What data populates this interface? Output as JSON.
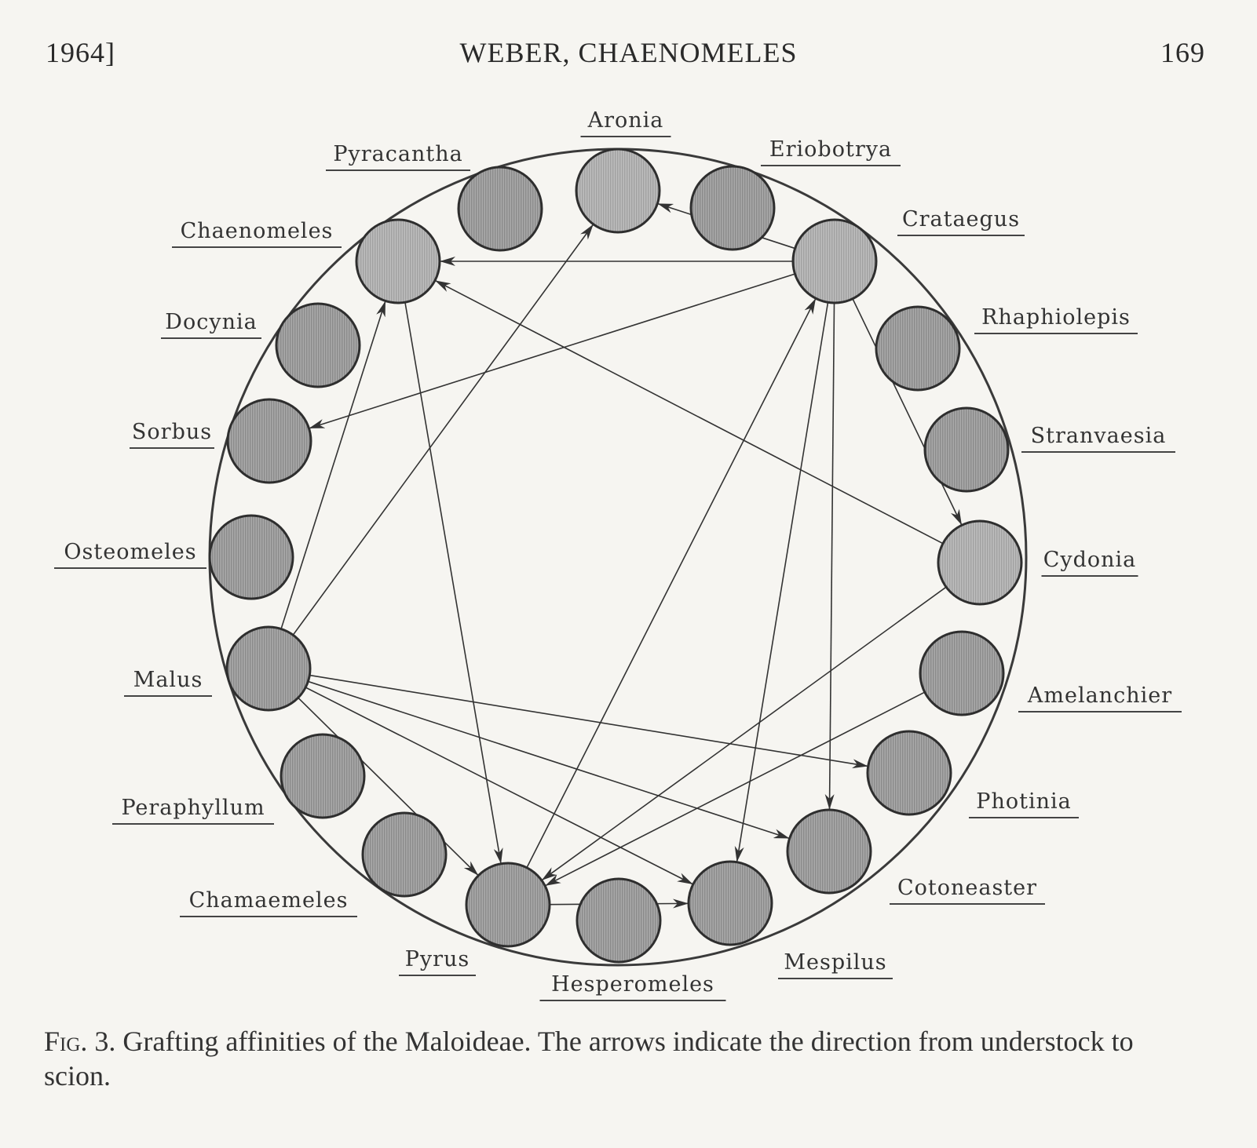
{
  "header": {
    "year": "1964]",
    "running_title": "WEBER, CHAENOMELES",
    "page_number": "169"
  },
  "caption": {
    "fig_label": "Fig. 3.",
    "text": "Grafting affinities of the Maloideae. The arrows indicate the direction from understock to scion."
  },
  "diagram": {
    "nodes": [
      {
        "id": "aronia",
        "label": "Aronia"
      },
      {
        "id": "eriobotrya",
        "label": "Eriobotrya"
      },
      {
        "id": "crataegus",
        "label": "Crataegus"
      },
      {
        "id": "rhaphiolepis",
        "label": "Rhaphiolepis"
      },
      {
        "id": "stranvaesia",
        "label": "Stranvaesia"
      },
      {
        "id": "cydonia",
        "label": "Cydonia"
      },
      {
        "id": "amelanchier",
        "label": "Amelanchier"
      },
      {
        "id": "photinia",
        "label": "Photinia"
      },
      {
        "id": "cotoneaster",
        "label": "Cotoneaster"
      },
      {
        "id": "mespilus",
        "label": "Mespilus"
      },
      {
        "id": "hesperomeles",
        "label": "Hesperomeles"
      },
      {
        "id": "pyrus",
        "label": "Pyrus"
      },
      {
        "id": "chamaemeles",
        "label": "Chamaemeles"
      },
      {
        "id": "peraphyllum",
        "label": "Peraphyllum"
      },
      {
        "id": "malus",
        "label": "Malus"
      },
      {
        "id": "osteomeles",
        "label": "Osteomeles"
      },
      {
        "id": "sorbus",
        "label": "Sorbus"
      },
      {
        "id": "docynia",
        "label": "Docynia"
      },
      {
        "id": "chaenomeles",
        "label": "Chaenomeles"
      },
      {
        "id": "pyracantha",
        "label": "Pyracantha"
      }
    ],
    "edges": [
      {
        "from": "crataegus",
        "to": "aronia"
      },
      {
        "from": "crataegus",
        "to": "chaenomeles"
      },
      {
        "from": "crataegus",
        "to": "sorbus"
      },
      {
        "from": "crataegus",
        "to": "cydonia"
      },
      {
        "from": "crataegus",
        "to": "mespilus"
      },
      {
        "from": "crataegus",
        "to": "cotoneaster"
      },
      {
        "from": "cydonia",
        "to": "chaenomeles"
      },
      {
        "from": "cydonia",
        "to": "pyrus"
      },
      {
        "from": "amelanchier",
        "to": "pyrus"
      },
      {
        "from": "malus",
        "to": "aronia"
      },
      {
        "from": "malus",
        "to": "chaenomeles"
      },
      {
        "from": "malus",
        "to": "photinia"
      },
      {
        "from": "malus",
        "to": "cotoneaster"
      },
      {
        "from": "malus",
        "to": "mespilus"
      },
      {
        "from": "malus",
        "to": "pyrus"
      },
      {
        "from": "chaenomeles",
        "to": "pyrus"
      },
      {
        "from": "pyrus",
        "to": "crataegus"
      },
      {
        "from": "pyrus",
        "to": "mespilus"
      }
    ]
  }
}
